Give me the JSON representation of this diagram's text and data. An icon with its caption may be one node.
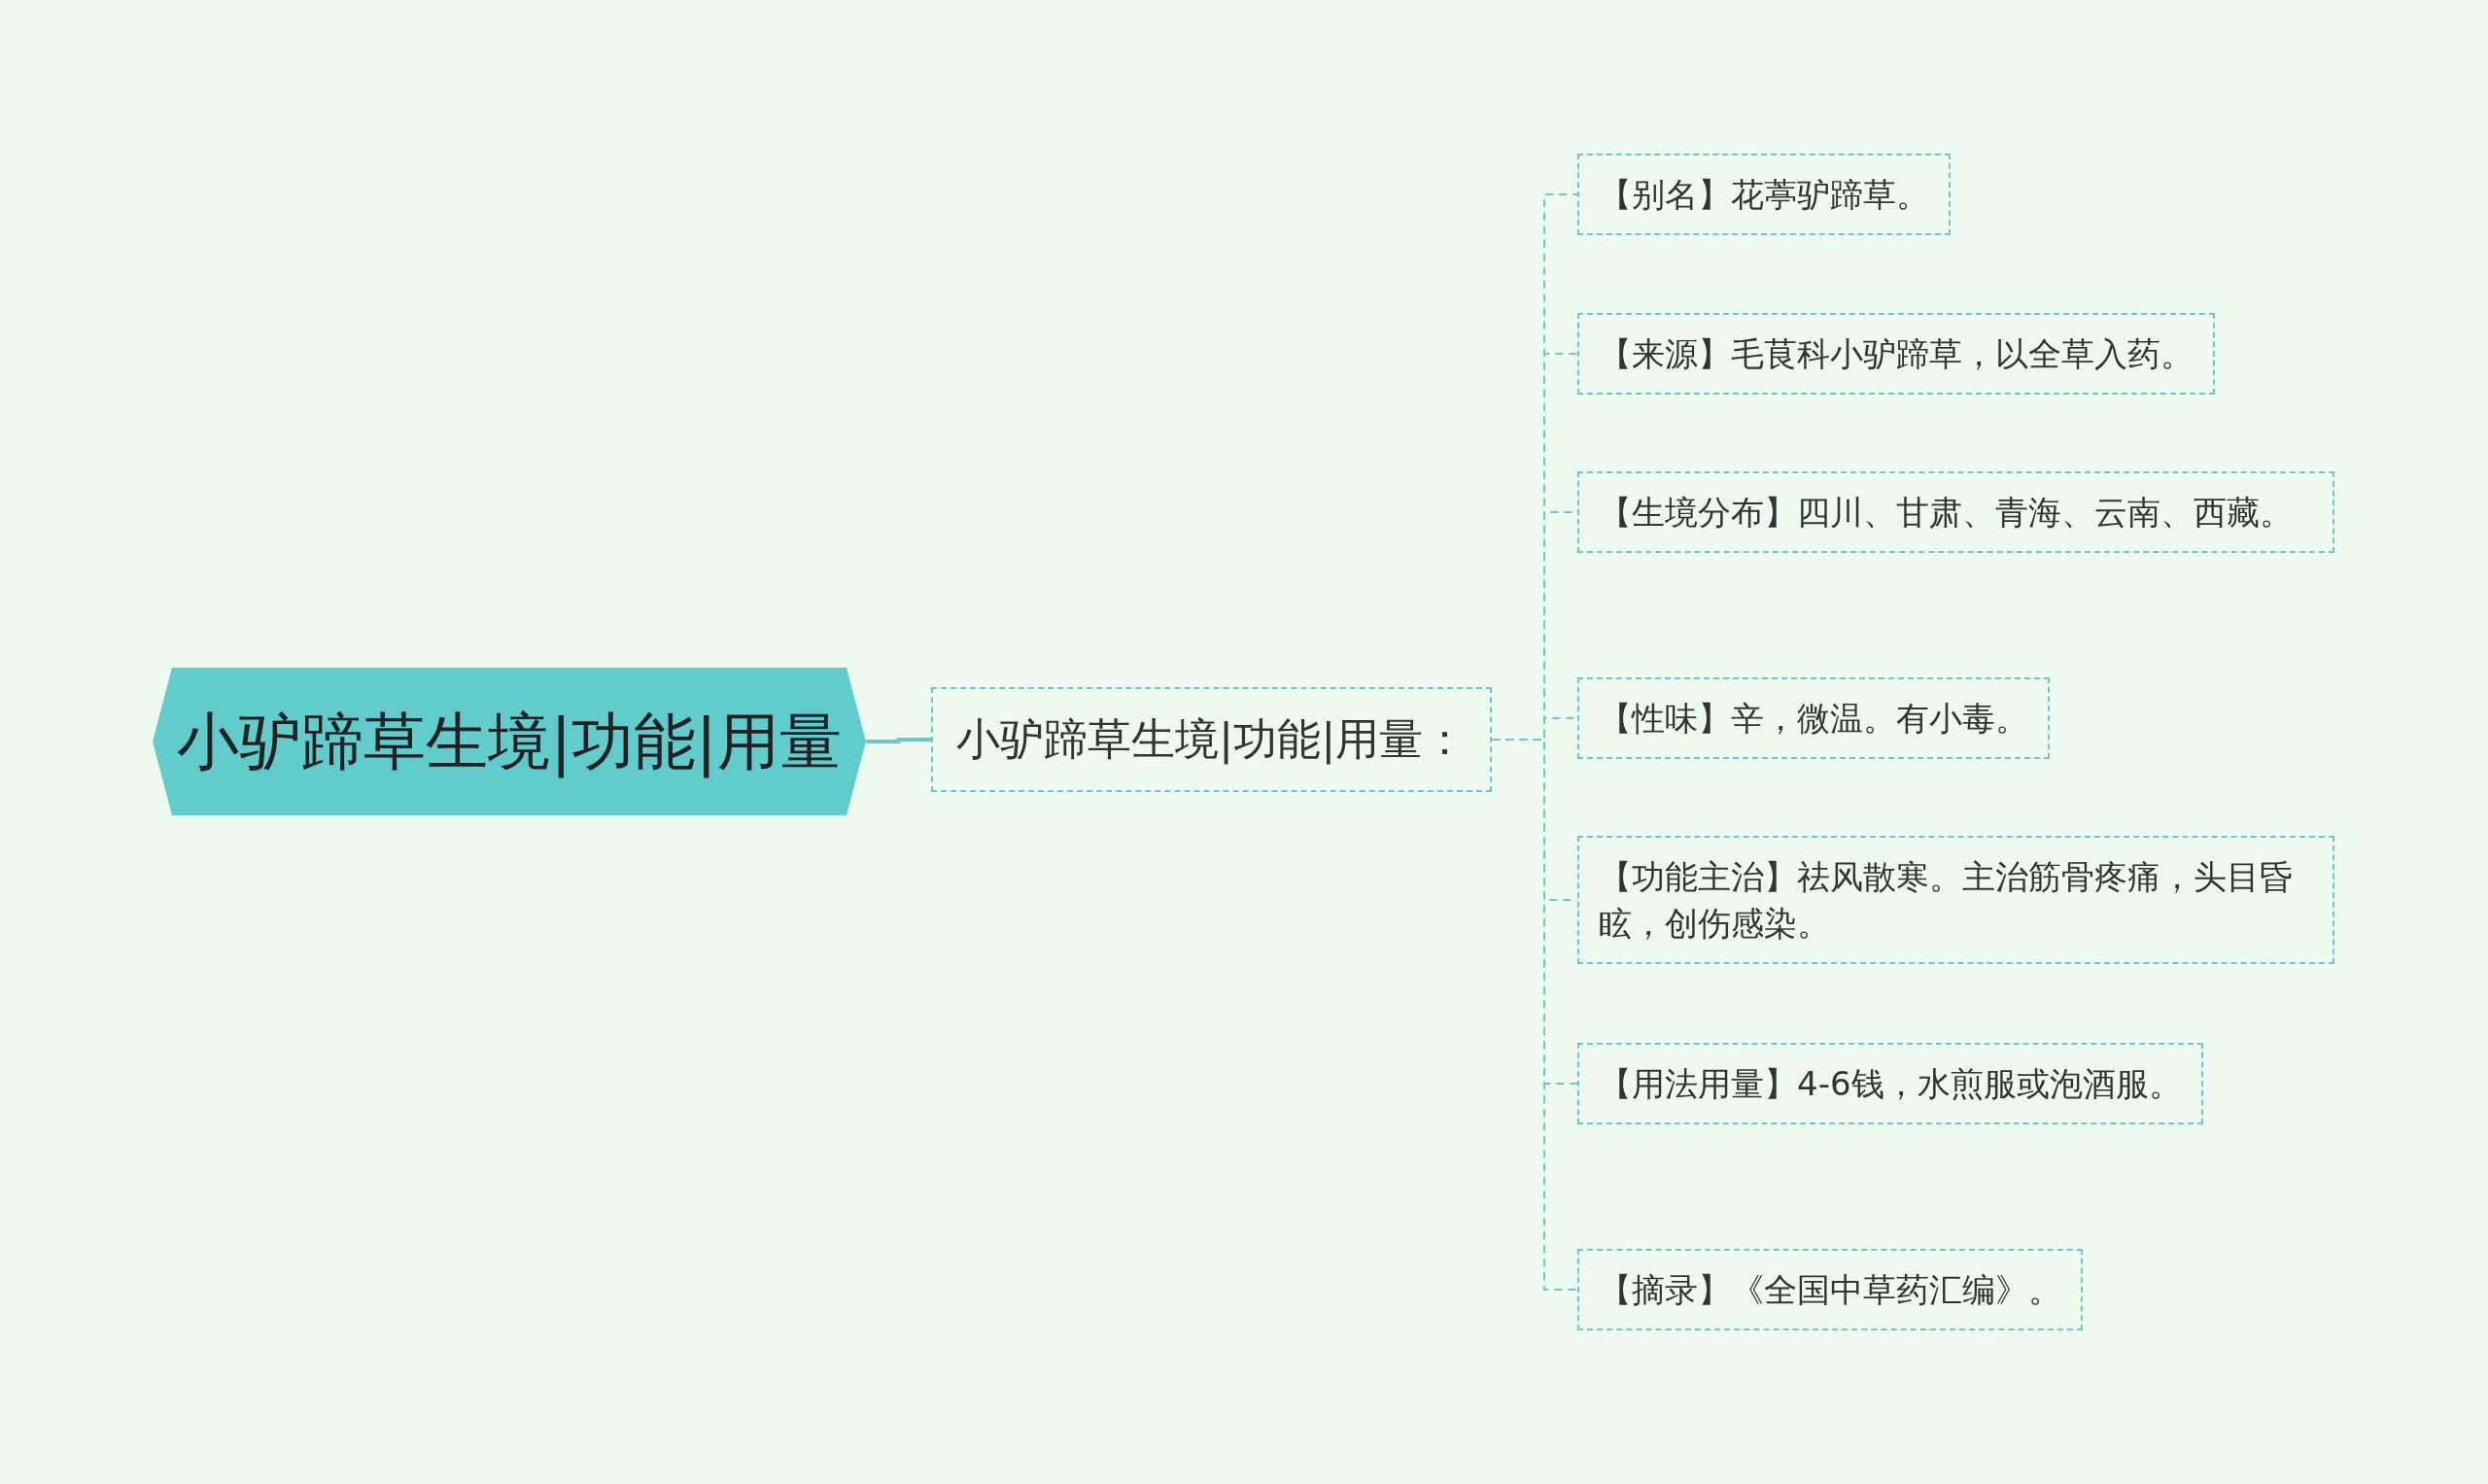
{
  "diagram": {
    "nodes": [
      {
        "text": [
          "小驴蹄草生境|功能|用量"
        ]
      },
      {
        "text": [
          "小驴蹄草生境|功能|用量："
        ]
      },
      {
        "text": [
          "【别名】花葶驴蹄草。"
        ]
      },
      {
        "text": [
          "【来源】毛茛科小驴蹄草，以全草入药。"
        ]
      },
      {
        "text": [
          "【生境分布】四川、甘肃、青海、云南、西藏。"
        ]
      },
      {
        "text": [
          "【性味】辛，微温。有小毒。"
        ]
      },
      {
        "text": [
          "【功能主治】祛风散寒。主治筋骨疼痛，头目昏眩，创伤感染。"
        ]
      },
      {
        "text": [
          "【用法用量】4-6钱，水煎服或泡酒服。"
        ]
      },
      {
        "text": [
          "【摘录】《全国中草药汇编》。"
        ]
      }
    ],
    "edges": [
      {
        "from": 0,
        "to": 1,
        "arrow": "none"
      },
      {
        "from": 1,
        "to": 2,
        "arrow": "none",
        "style": "dashed"
      },
      {
        "from": 1,
        "to": 3,
        "arrow": "none",
        "style": "dashed"
      },
      {
        "from": 1,
        "to": 4,
        "arrow": "none",
        "style": "dashed"
      },
      {
        "from": 1,
        "to": 5,
        "arrow": "none",
        "style": "dashed"
      },
      {
        "from": 1,
        "to": 6,
        "arrow": "none",
        "style": "dashed"
      },
      {
        "from": 1,
        "to": 7,
        "arrow": "none",
        "style": "dashed"
      },
      {
        "from": 1,
        "to": 8,
        "arrow": "none",
        "style": "dashed"
      }
    ]
  }
}
